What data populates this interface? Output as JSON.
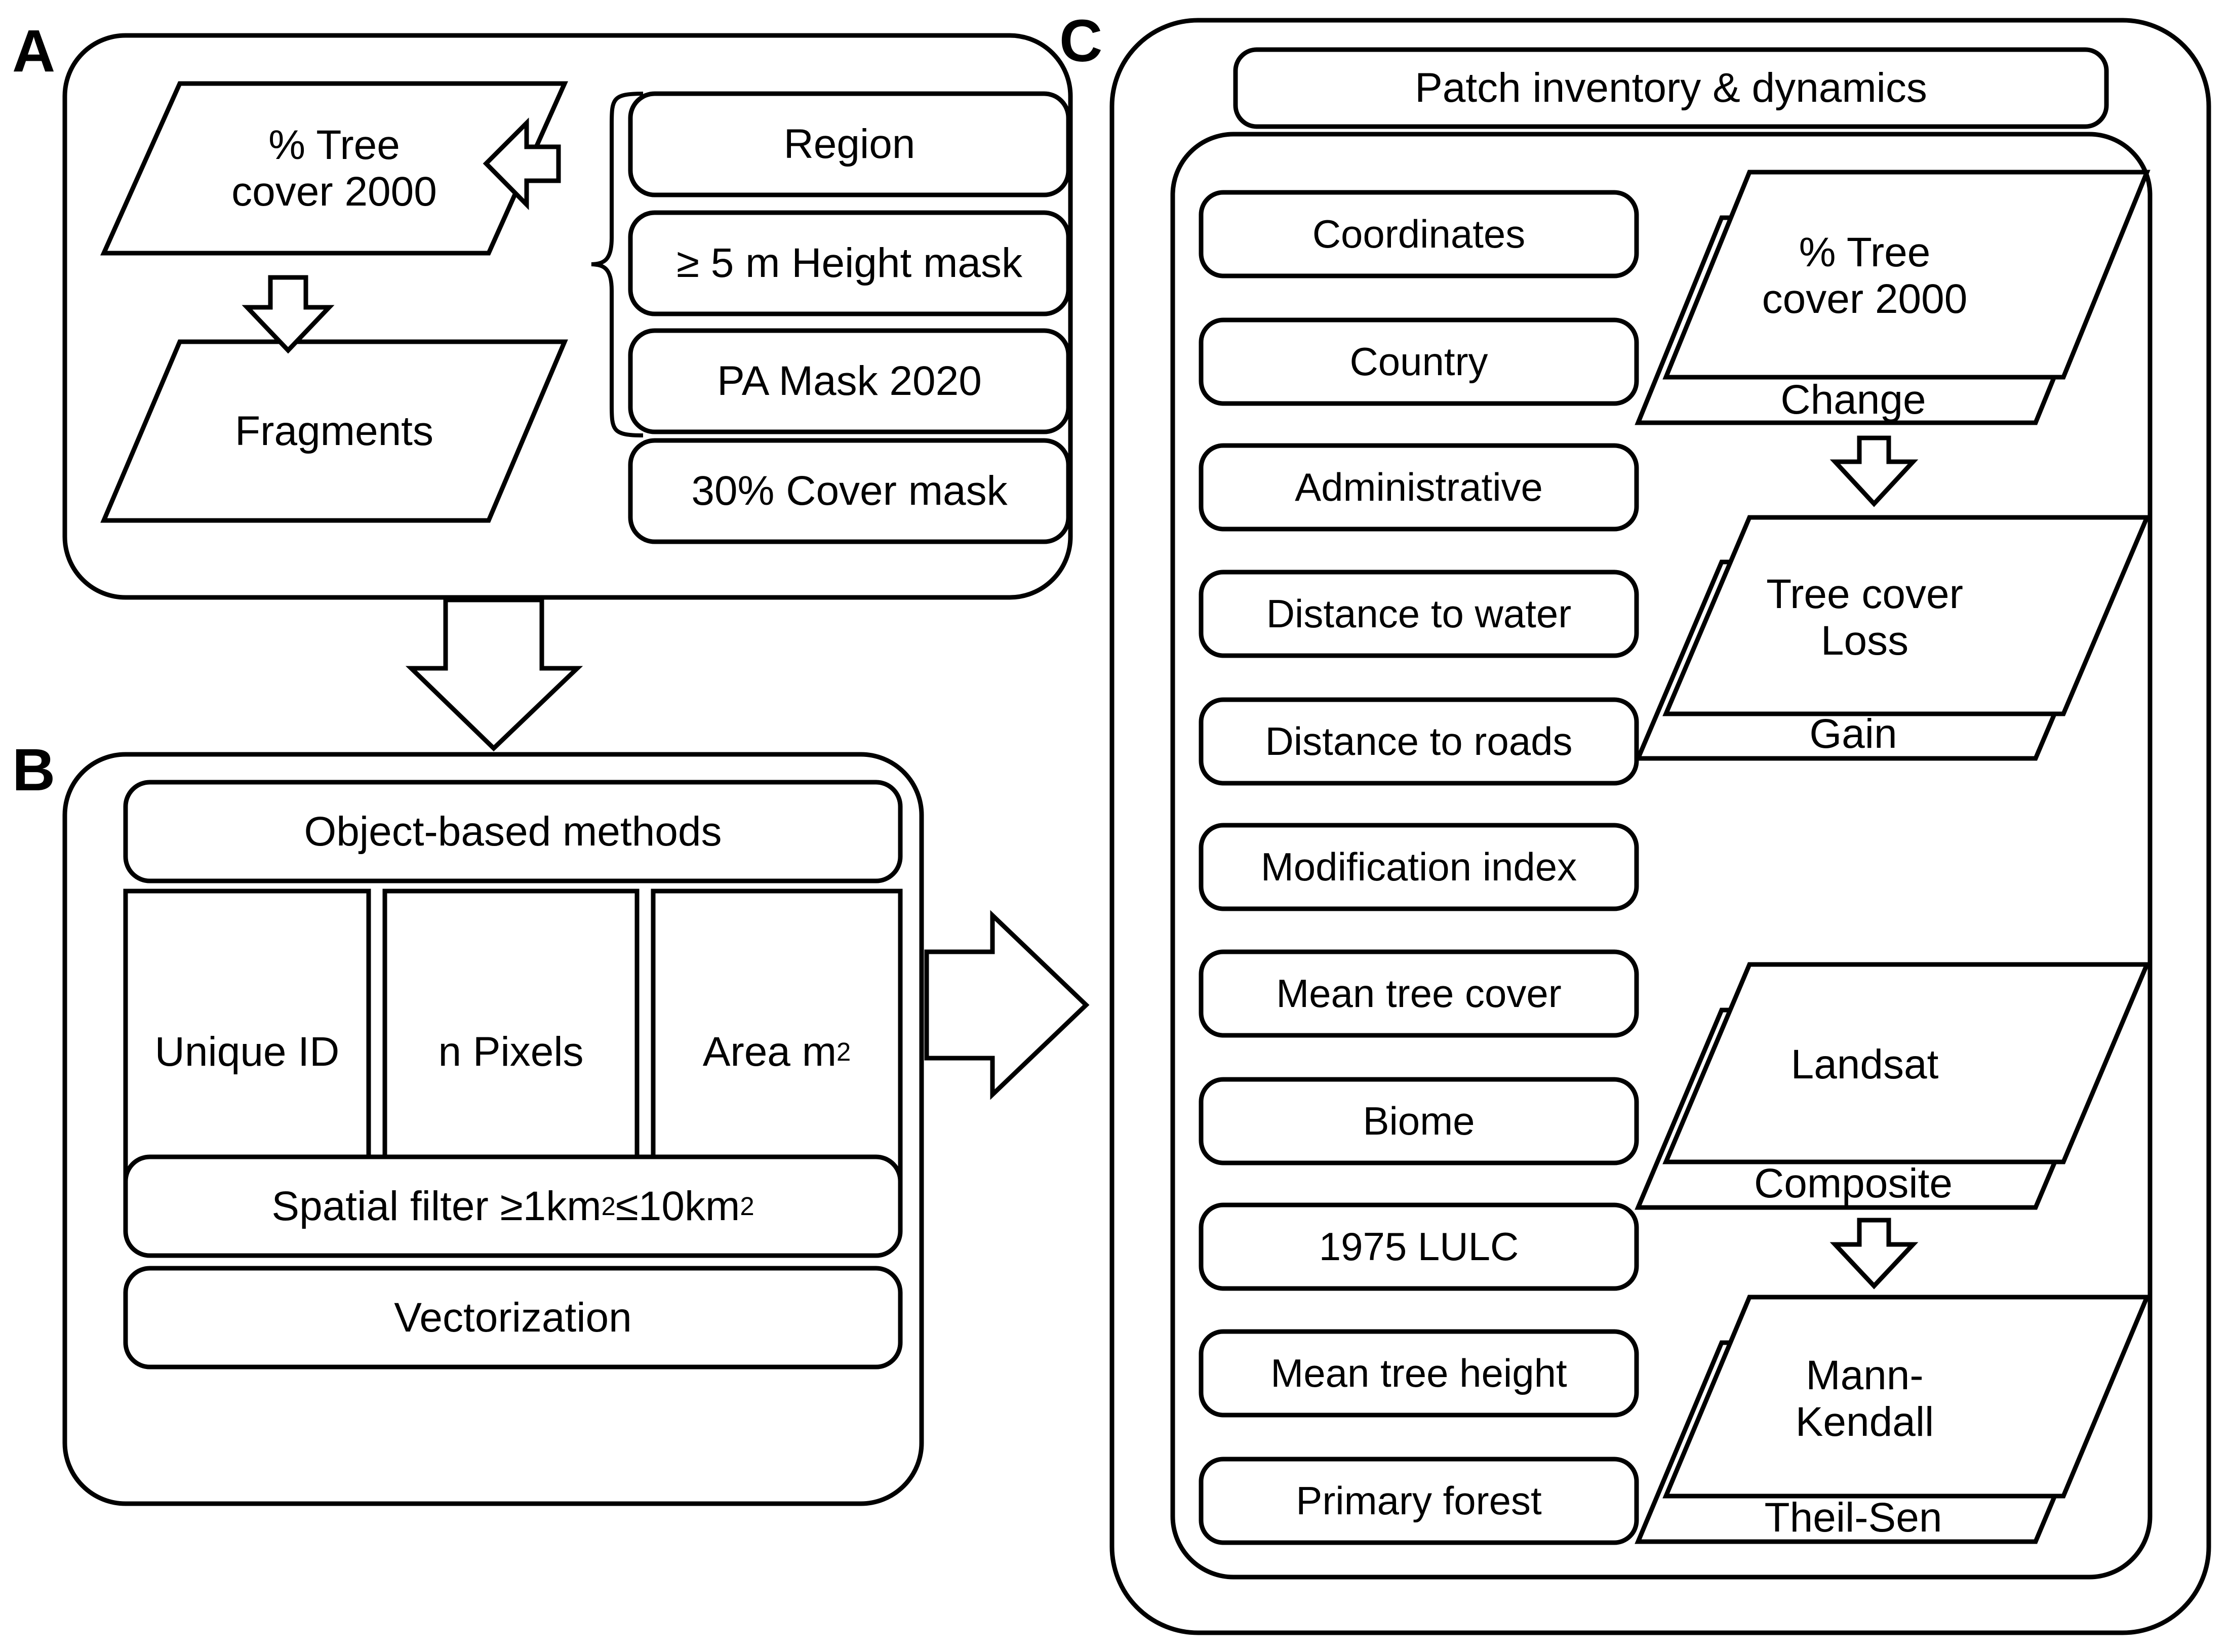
{
  "figure": {
    "type": "workflow-diagram",
    "panels": [
      "A",
      "B",
      "C"
    ]
  },
  "panel_a": {
    "label": "A",
    "data_nodes": [
      {
        "id": "tree-cover-2000",
        "text": "% Tree\ncover 2000",
        "shape": "parallelogram"
      },
      {
        "id": "fragments",
        "text": "Fragments",
        "shape": "parallelogram"
      }
    ],
    "mask_items": [
      {
        "id": "region",
        "label": "Region"
      },
      {
        "id": "height-mask",
        "label": "≥ 5 m Height mask"
      },
      {
        "id": "pa-mask-2020",
        "label": "PA Mask 2020"
      },
      {
        "id": "cover-mask",
        "label": "30% Cover mask"
      }
    ],
    "arrows": [
      {
        "id": "masks-to-treecover",
        "direction": "left"
      },
      {
        "id": "treecover-to-fragments",
        "direction": "down"
      }
    ]
  },
  "panel_b": {
    "label": "B",
    "header": "Object-based methods",
    "attributes": [
      {
        "id": "unique-id",
        "label": "Unique ID"
      },
      {
        "id": "n-pixels",
        "label": "n Pixels"
      },
      {
        "id": "area-m2",
        "label": "Area m",
        "sup": "2"
      }
    ],
    "filter": {
      "prefix": "Spatial filter ≥1km",
      "sup1": "2",
      "mid": " ≤10km",
      "sup2": "2"
    },
    "filter_plain": "Spatial filter ≥1km2 ≤10km2",
    "vectorization": "Vectorization"
  },
  "panel_c": {
    "label": "C",
    "header": "Patch inventory & dynamics",
    "attributes": [
      {
        "id": "coordinates",
        "label": "Coordinates"
      },
      {
        "id": "country",
        "label": "Country"
      },
      {
        "id": "administrative",
        "label": "Administrative"
      },
      {
        "id": "distance-to-water",
        "label": "Distance to water"
      },
      {
        "id": "distance-to-roads",
        "label": "Distance to roads"
      },
      {
        "id": "modification-index",
        "label": "Modification index"
      },
      {
        "id": "mean-tree-cover",
        "label": "Mean tree cover"
      },
      {
        "id": "biome",
        "label": "Biome"
      },
      {
        "id": "lulc-1975",
        "label": "1975 LULC"
      },
      {
        "id": "mean-tree-height",
        "label": "Mean tree height"
      },
      {
        "id": "primary-forest",
        "label": "Primary forest"
      }
    ],
    "layer_stacks": [
      {
        "id": "tree-cover-change",
        "front": "% Tree\ncover 2000",
        "back": "Change"
      },
      {
        "id": "tree-cover-loss-gain",
        "front": "Tree cover\nLoss",
        "back": "Gain"
      },
      {
        "id": "landsat-composite",
        "front": "Landsat",
        "back": "Composite"
      },
      {
        "id": "mann-kendall-theil-sen",
        "front": "Mann-\nKendall",
        "back": "Theil-Sen"
      }
    ],
    "arrows": [
      {
        "id": "change-to-loss",
        "direction": "down"
      },
      {
        "id": "composite-to-mannkendall",
        "direction": "down"
      }
    ]
  },
  "connectors": [
    {
      "id": "a-to-b",
      "direction": "down"
    },
    {
      "id": "b-to-c",
      "direction": "right"
    }
  ],
  "style": {
    "stroke": "#000000",
    "fill": "#ffffff",
    "background": "#ffffff"
  }
}
